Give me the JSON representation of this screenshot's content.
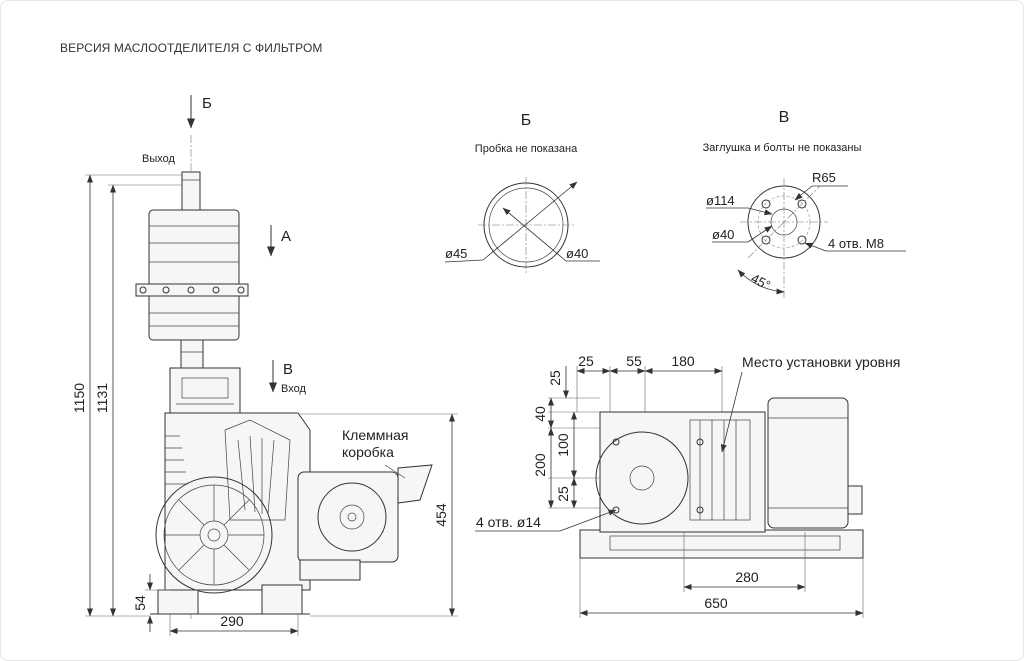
{
  "title": "ВЕРСИЯ МАСЛООТДЕЛИТЕЛЯ С ФИЛЬТРОМ",
  "front_view": {
    "view_b_marker": "Б",
    "outlet_label": "Выход",
    "view_a_marker": "А",
    "view_v_marker": "В",
    "inlet_label": "Вход",
    "terminal_box_line1": "Клеммная",
    "terminal_box_line2": "коробка",
    "dim_total_height": "1150",
    "dim_outlet_height": "1131",
    "dim_base_height": "454",
    "dim_foot_height": "54",
    "dim_width": "290"
  },
  "view_b": {
    "title": "Б",
    "note": "Пробка не показана",
    "dim_outer": "ø45",
    "dim_inner": "ø40"
  },
  "view_v": {
    "title": "В",
    "note": "Заглушка и болты не показаны",
    "dim_radius": "R65",
    "dim_bolt_circle": "ø114",
    "dim_bore": "ø40",
    "dim_holes": "4 отв. М8",
    "dim_angle": "45°"
  },
  "side_view": {
    "dim_top_25": "25",
    "dim_top_55": "55",
    "dim_top_180": "180",
    "level_label": "Место установки уровня",
    "dim_left_25_top": "25",
    "dim_left_40": "40",
    "dim_left_100": "100",
    "dim_left_200": "200",
    "dim_left_25_bottom": "25",
    "holes_label": "4 отв. ø14",
    "dim_bottom_280": "280",
    "dim_bottom_650": "650"
  }
}
